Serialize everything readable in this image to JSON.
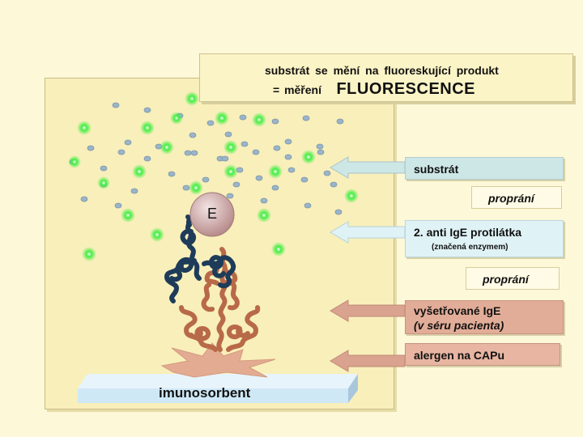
{
  "title": {
    "line1": "substrát  se  mění  na  fluoreskující  produkt",
    "line2_prefix": "= měření",
    "line2_main": "FLUORESCENCE"
  },
  "labels": {
    "substrat": "substrát",
    "wash_1": "proprání",
    "anti_ige": "2.  anti IgE protilátka",
    "anti_ige_note": "(značená  enzymem)",
    "wash_2": "proprání",
    "tested_ige": "vyšetřované IgE",
    "tested_ige_note": "(v séru  pacienta)",
    "allergen": "alergen  na  CAPu"
  },
  "enzyme_label": "E",
  "solid_phase_label": "imunosorbent",
  "colors": {
    "background": "#fdf8d8",
    "well": "#f8efba",
    "substrate_arrow": "#cde6e6",
    "tested_arrow": "#d9a38f",
    "secondary_antibody": "#1e3c5a",
    "primary_antibody": "#b86a48",
    "allergen": "#e3ab91",
    "fluorescence": "#33dd33",
    "substrate_dot": "#9ab4c8",
    "enzyme": "#cfa6a6",
    "solid_phase": "#cfe8f6"
  }
}
